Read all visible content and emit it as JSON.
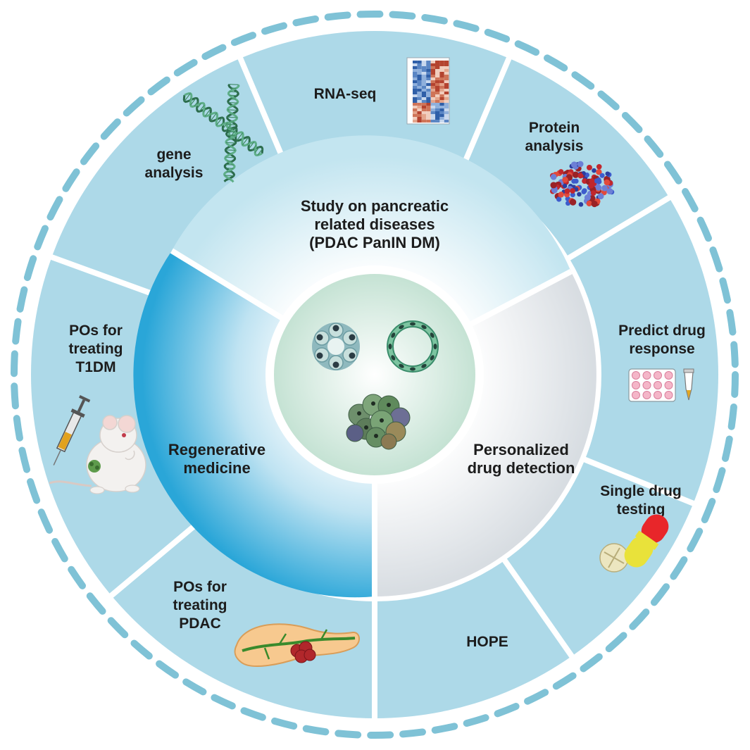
{
  "diagram": {
    "center_icons": [
      "cell-cluster-icon",
      "ring-organoid-icon",
      "spheroid-icon"
    ],
    "middle_ring": [
      {
        "id": "study",
        "lines": [
          "Study on pancreatic",
          "related diseases",
          "(PDAC  PanIN DM)"
        ]
      },
      {
        "id": "regenerative",
        "lines": [
          "Regenerative",
          "medicine"
        ]
      },
      {
        "id": "personalized",
        "lines": [
          "Personalized",
          "drug detection"
        ]
      }
    ],
    "outer_ring": [
      {
        "id": "rna-seq",
        "lines": [
          "RNA-seq"
        ],
        "icon": "heatmap-icon"
      },
      {
        "id": "protein",
        "lines": [
          "Protein",
          "analysis"
        ],
        "icon": "protein-icon"
      },
      {
        "id": "predict",
        "lines": [
          "Predict drug",
          "response"
        ],
        "icon": "well-plate-icon"
      },
      {
        "id": "single",
        "lines": [
          "Single drug",
          "testing"
        ],
        "icon": "pill-icon"
      },
      {
        "id": "hope",
        "lines": [
          "HOPE"
        ],
        "icon": ""
      },
      {
        "id": "pdac",
        "lines": [
          "POs for",
          "treating",
          "PDAC"
        ],
        "icon": "pancreas-icon"
      },
      {
        "id": "t1dm",
        "lines": [
          "POs for",
          "treating",
          "T1DM"
        ],
        "icon": "mouse-syringe-icon"
      },
      {
        "id": "gene",
        "lines": [
          "gene",
          "analysis"
        ],
        "icon": "dna-icon"
      }
    ],
    "colors": {
      "outer_fill": "#add9e8",
      "dash": "#7fc2d6",
      "regenerative": "#2fa9d9",
      "study": "#cfeaf2",
      "personalized": "#e3e7eb",
      "center": "#cfe6dc"
    }
  }
}
